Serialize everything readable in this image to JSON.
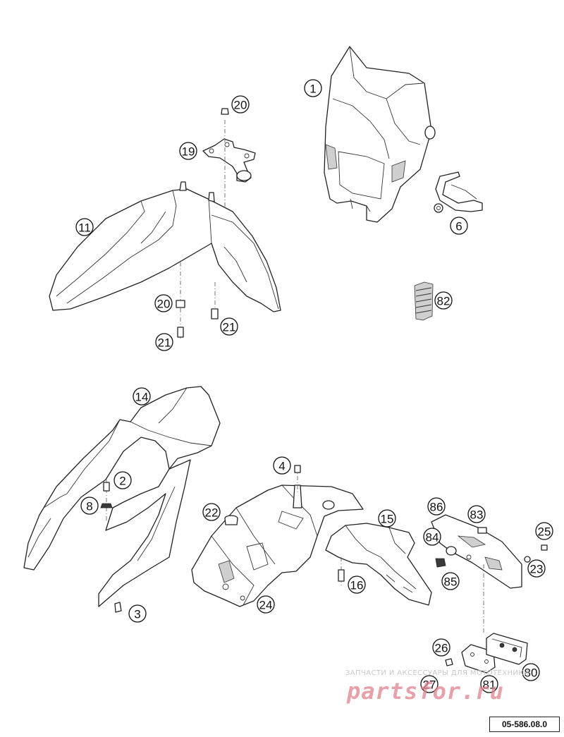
{
  "diagram": {
    "drawing_code": "05-586.08.0",
    "watermark": {
      "subtitle": "ЗАПЧАСТИ И АКСЕССУАРЫ ДЛЯ МОТОТЕХНИКИ",
      "brand": "partsfor.ru"
    },
    "callouts": [
      {
        "id": "c1",
        "label": "1"
      },
      {
        "id": "c20a",
        "label": "20"
      },
      {
        "id": "c19",
        "label": "19"
      },
      {
        "id": "c11",
        "label": "11"
      },
      {
        "id": "c6",
        "label": "6"
      },
      {
        "id": "c82",
        "label": "82"
      },
      {
        "id": "c20b",
        "label": "20"
      },
      {
        "id": "c21a",
        "label": "21"
      },
      {
        "id": "c21b",
        "label": "21"
      },
      {
        "id": "c14",
        "label": "14"
      },
      {
        "id": "c2",
        "label": "2"
      },
      {
        "id": "c8",
        "label": "8"
      },
      {
        "id": "c3",
        "label": "3"
      },
      {
        "id": "c4",
        "label": "4"
      },
      {
        "id": "c22",
        "label": "22"
      },
      {
        "id": "c24",
        "label": "24"
      },
      {
        "id": "c15",
        "label": "15"
      },
      {
        "id": "c16",
        "label": "16"
      },
      {
        "id": "c86",
        "label": "86"
      },
      {
        "id": "c83",
        "label": "83"
      },
      {
        "id": "c84",
        "label": "84"
      },
      {
        "id": "c85",
        "label": "85"
      },
      {
        "id": "c25",
        "label": "25"
      },
      {
        "id": "c23",
        "label": "23"
      },
      {
        "id": "c26",
        "label": "26"
      },
      {
        "id": "c27",
        "label": "27"
      },
      {
        "id": "c81",
        "label": "81"
      },
      {
        "id": "c80",
        "label": "80"
      }
    ]
  }
}
